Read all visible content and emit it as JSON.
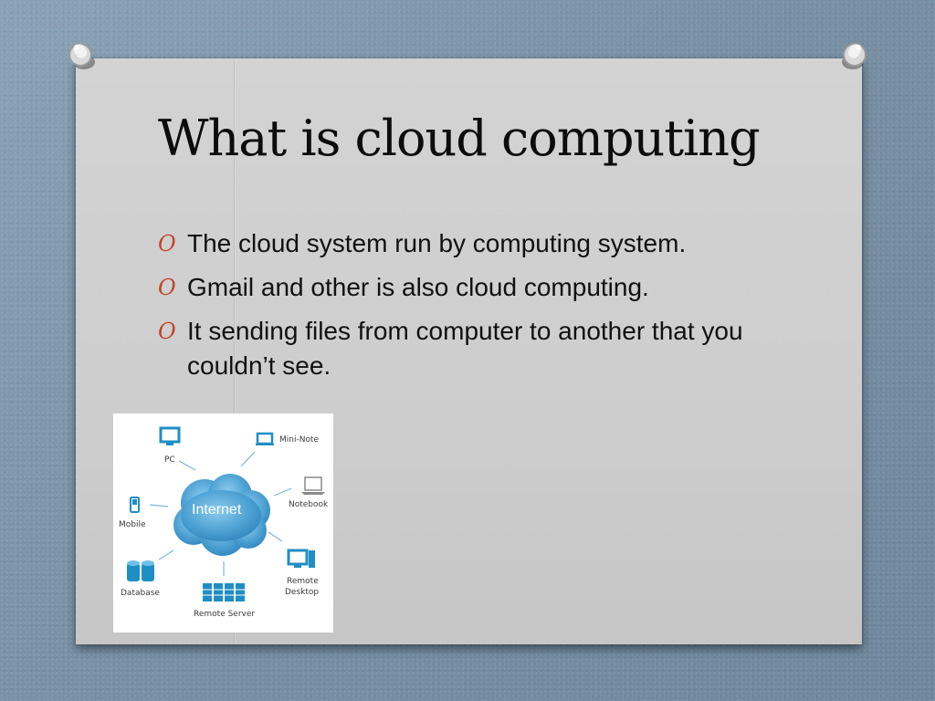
{
  "slide": {
    "title": "What is cloud computing",
    "bullet_marker": "O",
    "bullets": [
      "The cloud system run by computing system.",
      "Gmail and other is also cloud computing.",
      "It sending files from computer to another that you couldn’t see."
    ]
  },
  "diagram": {
    "center_label": "Internet",
    "nodes": {
      "pc": "PC",
      "mini_note": "Mini-Note",
      "notebook": "Notebook",
      "mobile": "Mobile",
      "remote_desktop_line1": "Remote",
      "remote_desktop_line2": "Desktop",
      "database": "Database",
      "remote_server": "Remote Server"
    }
  },
  "colors": {
    "accent": "#c0462a",
    "cloud": "#5aa9d6",
    "device": "#1f8ec4"
  }
}
